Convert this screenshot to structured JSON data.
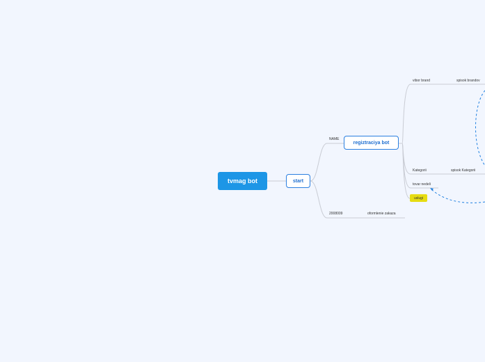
{
  "root": {
    "label": "tvmag bot",
    "color": "#1d96e6"
  },
  "start": {
    "label": "start"
  },
  "registration": {
    "label": "regiztraciya bot",
    "edge_label": "NAME"
  },
  "branches": [
    {
      "label": "vibor brand",
      "child": "spisok brandov"
    },
    {
      "label": "Kategorii",
      "child": "spisok Kategorii"
    },
    {
      "label": "tovar nedeli"
    },
    {
      "label": "uslugi",
      "highlight": "#e6dc12"
    }
  ],
  "order": {
    "label": "2008009",
    "child": "oformlenie zakaza"
  }
}
